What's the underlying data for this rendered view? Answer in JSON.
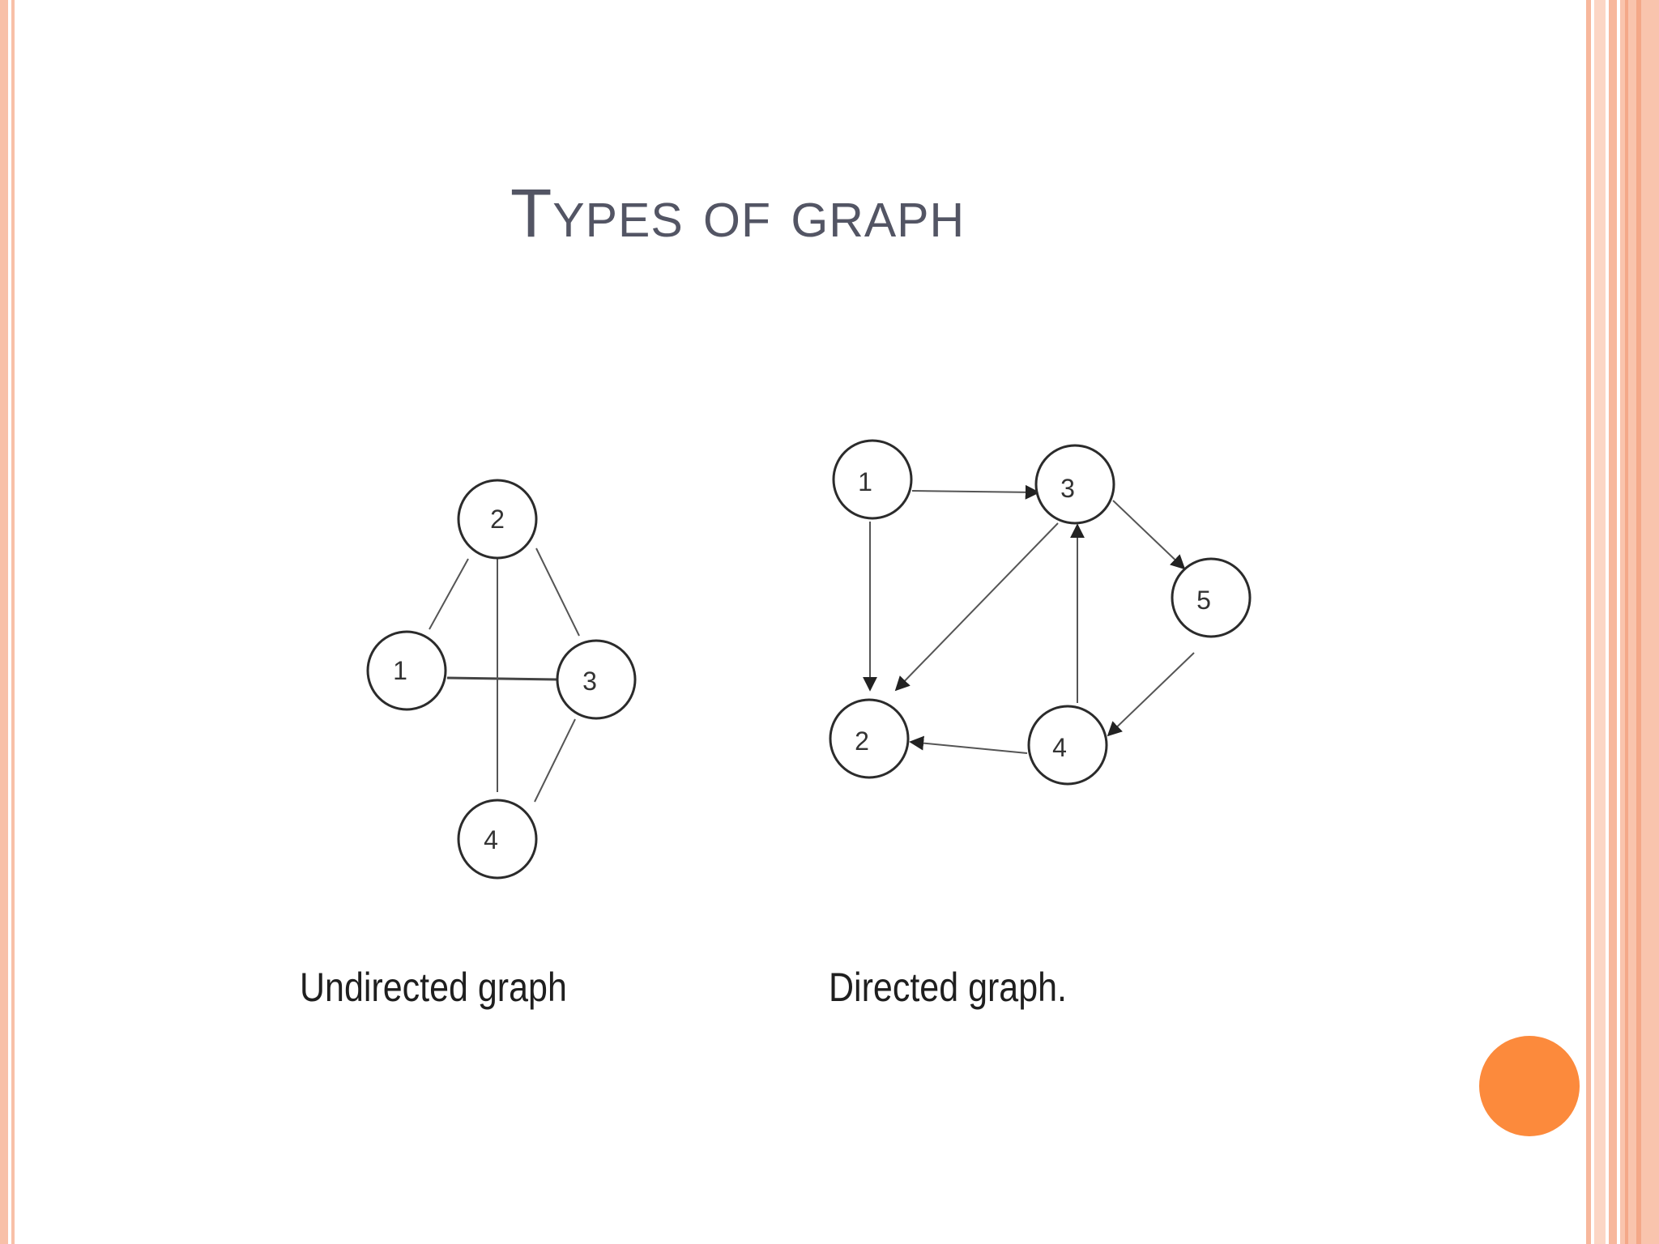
{
  "slide": {
    "title": "Types of graph",
    "accent_color": "#fc8a3c",
    "border_color": "#f7b79c"
  },
  "undirected": {
    "caption": "Undirected graph",
    "nodes": [
      {
        "id": "2",
        "label": "2"
      },
      {
        "id": "1",
        "label": "1"
      },
      {
        "id": "3",
        "label": "3"
      },
      {
        "id": "4",
        "label": "4"
      }
    ],
    "edges": [
      {
        "from": "1",
        "to": "2"
      },
      {
        "from": "2",
        "to": "3"
      },
      {
        "from": "1",
        "to": "3"
      },
      {
        "from": "2",
        "to": "4"
      },
      {
        "from": "3",
        "to": "4"
      }
    ]
  },
  "directed": {
    "caption": "Directed graph.",
    "nodes": [
      {
        "id": "1",
        "label": "1"
      },
      {
        "id": "3",
        "label": "3"
      },
      {
        "id": "5",
        "label": "5"
      },
      {
        "id": "2",
        "label": "2"
      },
      {
        "id": "4",
        "label": "4"
      }
    ],
    "edges": [
      {
        "from": "1",
        "to": "3"
      },
      {
        "from": "1",
        "to": "2"
      },
      {
        "from": "3",
        "to": "2"
      },
      {
        "from": "3",
        "to": "5"
      },
      {
        "from": "4",
        "to": "3"
      },
      {
        "from": "5",
        "to": "4"
      },
      {
        "from": "4",
        "to": "2"
      }
    ]
  }
}
